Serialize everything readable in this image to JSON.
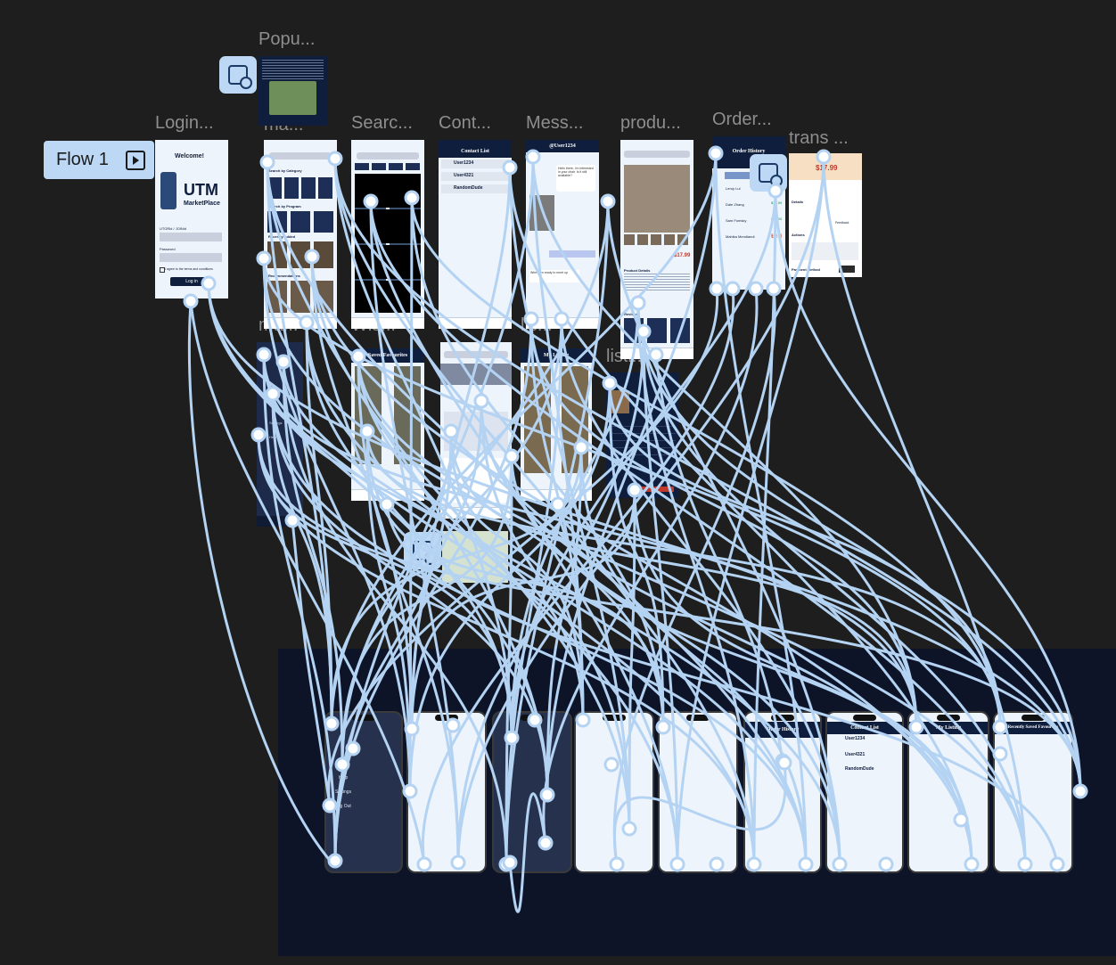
{
  "flow": {
    "label": "Flow 1"
  },
  "frames": [
    {
      "id": "popup",
      "title": "Popu..."
    },
    {
      "id": "login",
      "title": "Login..."
    },
    {
      "id": "main",
      "title": "ma..."
    },
    {
      "id": "search",
      "title": "Searc..."
    },
    {
      "id": "contact",
      "title": "Cont..."
    },
    {
      "id": "messages",
      "title": "Mess..."
    },
    {
      "id": "product",
      "title": "produ..."
    },
    {
      "id": "orders",
      "title": "Order..."
    },
    {
      "id": "trans",
      "title": "trans ..."
    },
    {
      "id": "menu",
      "title": "ma..."
    },
    {
      "id": "wishlist",
      "title": "Wis..."
    },
    {
      "id": "listing",
      "title": "lis..."
    },
    {
      "id": "listing2",
      "title": "listi..."
    }
  ],
  "login": {
    "welcome": "Welcome!",
    "brand": "UTM",
    "brand_sub": "MarketPlace",
    "id_label": "UTORid / JOINid",
    "password_label": "Password",
    "terms": "I agree to the terms and conditions",
    "login_button": "Log in"
  },
  "main": {
    "category_title": "Search by Category",
    "program_title": "Search by Program",
    "recent_title": "Recently Added",
    "recommend_title": "Recommendations"
  },
  "contact": {
    "title": "Contact List",
    "users": [
      "User1234",
      "User4321",
      "RandomDude"
    ]
  },
  "messages": {
    "user": "@User1234",
    "bubble1": "Hello there, I'm interested in your chair. Is it still available?",
    "bubble2": "When I'm ready to meet up"
  },
  "product": {
    "price": "$17.99",
    "details": "Product Details",
    "reviews": "Reviews"
  },
  "orders": {
    "title": "Order History",
    "names": [
      "Leroy Lui",
      "Dale Zhang",
      "Sam Fomsky",
      "Mahika Mendlandi"
    ],
    "prices": [
      "$17.99",
      "$15.00",
      "$13.99",
      "$22.99"
    ]
  },
  "trans": {
    "price": "$17.99",
    "details": "Details",
    "actions": "Actions",
    "payment": "Payment Method",
    "feedback": "Feedback"
  },
  "wishlist": {
    "title": "Saved Favourites"
  },
  "mylisting": {
    "title": "My Listing"
  },
  "menu": {
    "items": [
      "Settings",
      "Help",
      "Log Out"
    ]
  },
  "bottom": {
    "orders_title": "Order History",
    "contact_title": "Contact List",
    "contact_users": [
      "User1234",
      "User4321",
      "RandomDude"
    ],
    "mylisting_title": "My Listing",
    "favourites_title": "Recently Saved Favourites",
    "menu_items": [
      "Help",
      "Settings",
      "Log Out"
    ]
  },
  "colors": {
    "canvas": "#1e1e1e",
    "wire": "#b4d3f3",
    "section": "#0d1428",
    "navy": "#0f1e3d",
    "chip": "#bcd8f5"
  }
}
